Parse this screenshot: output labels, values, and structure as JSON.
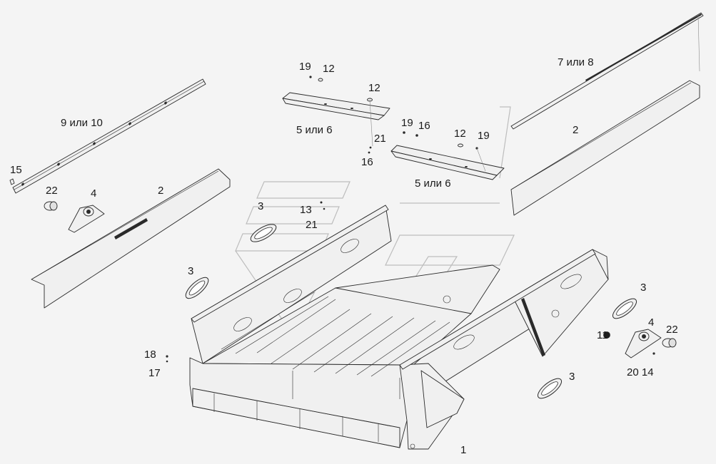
{
  "labels": {
    "l_7_8": "7 или 8",
    "l_2_right": "2",
    "l_19_top": "19",
    "l_12_top": "12",
    "l_12_plate": "12",
    "l_5_6_a": "5 или 6",
    "l_19_mid": "19",
    "l_16_mid": "16",
    "l_21_mid": "21",
    "l_16_low": "16",
    "l_12_b": "12",
    "l_19_b": "19",
    "l_5_6_b": "5 или 6",
    "l_9_10": "9 или 10",
    "l_15": "15",
    "l_22_left": "22",
    "l_4_left": "4",
    "l_2_left": "2",
    "l_3_a": "3",
    "l_13": "13",
    "l_21_b": "21",
    "l_3_b": "3",
    "l_3_c": "3",
    "l_4_right": "4",
    "l_22_right": "22",
    "l_11": "11",
    "l_20_14": "20 14",
    "l_18": "18",
    "l_17": "17",
    "l_3_d": "3",
    "l_1": "1"
  }
}
